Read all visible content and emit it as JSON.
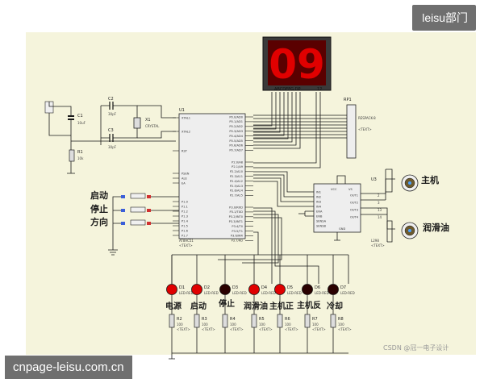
{
  "watermark_top": "leisu部门",
  "watermark_bottom": "cnpage-leisu.com.cn",
  "credit": "CSDN @冠一电子设计",
  "display": {
    "digits": "09",
    "segment_label": "ABCDEFG  DP",
    "digit_label": "12",
    "color": "#e00000"
  },
  "mcu": {
    "ref": "U1",
    "part": "AT89C51",
    "left_pins": [
      "XTAL1",
      "XTAL2",
      "RST",
      "PSEN",
      "ALE",
      "EA",
      "P1.0",
      "P1.1",
      "P1.2",
      "P1.3",
      "P1.4",
      "P1.5",
      "P1.6",
      "P1.7"
    ],
    "right_pins": [
      "P0.0/AD0",
      "P0.1/AD1",
      "P0.2/AD2",
      "P0.3/AD3",
      "P0.4/AD4",
      "P0.5/AD5",
      "P0.6/AD6",
      "P0.7/AD7",
      "P2.0/A8",
      "P2.1/A9",
      "P2.2/A10",
      "P2.3/A11",
      "P2.4/A12",
      "P2.5/A13",
      "P2.6/A14",
      "P2.7/A15",
      "P3.0/RXD",
      "P3.1/TXD",
      "P3.2/INT0",
      "P3.3/INT1",
      "P3.4/T0",
      "P3.5/T1",
      "P3.6/WR",
      "P3.7/RD"
    ]
  },
  "rp1": {
    "ref": "RP1",
    "part": "RESPACK-8"
  },
  "crystal": {
    "ref": "X1",
    "part": "CRYSTAL"
  },
  "c1": {
    "ref": "C1",
    "value": "10uF"
  },
  "c2": {
    "ref": "C2",
    "value": "30pF"
  },
  "c3": {
    "ref": "C3",
    "value": "30pF"
  },
  "r1": {
    "ref": "R1",
    "value": "10k"
  },
  "driver": {
    "ref": "U3",
    "part": "L298",
    "left_pins": [
      "IN1",
      "IN2",
      "IN3",
      "IN4",
      "ENA",
      "ENB",
      "SENSA",
      "SENSB"
    ],
    "right_pins": [
      "OUT1",
      "OUT2",
      "OUT3",
      "OUT4"
    ],
    "top_pins": [
      "VCC",
      "VS"
    ],
    "bottom_pin": "GND",
    "pin_numbers": [
      "2",
      "3",
      "13",
      "14"
    ]
  },
  "motors": [
    {
      "label": "主机"
    },
    {
      "label": "润滑油"
    }
  ],
  "buttons": [
    {
      "label": "启动"
    },
    {
      "label": "停止"
    },
    {
      "label": "方向"
    }
  ],
  "placeholder": "<TEXT>",
  "leds": [
    {
      "ref": "D1",
      "part": "LED-RED",
      "label": "电源",
      "on": true
    },
    {
      "ref": "D2",
      "part": "LED-RED",
      "label": "启动",
      "on": true
    },
    {
      "ref": "D3",
      "part": "LED-RED",
      "label": "停止",
      "on": false
    },
    {
      "ref": "D4",
      "part": "LED-RED",
      "label": "润滑油",
      "on": true
    },
    {
      "ref": "D5",
      "part": "LED-RED",
      "label": "主机正",
      "on": true
    },
    {
      "ref": "D6",
      "part": "LED-RED",
      "label": "主机反",
      "on": false
    },
    {
      "ref": "D7",
      "part": "LED-RED",
      "label": "冷却",
      "on": false
    }
  ],
  "resistors": [
    {
      "ref": "R2",
      "value": "100"
    },
    {
      "ref": "R3",
      "value": "100"
    },
    {
      "ref": "R4",
      "value": "100"
    },
    {
      "ref": "R5",
      "value": "100"
    },
    {
      "ref": "R6",
      "value": "100"
    },
    {
      "ref": "R7",
      "value": "100"
    },
    {
      "ref": "R8",
      "value": "100"
    }
  ],
  "colors": {
    "paper": "#f5f4dc",
    "led_on": "#e00000",
    "led_off": "#2a0000",
    "wire": "#1a1a1a"
  }
}
